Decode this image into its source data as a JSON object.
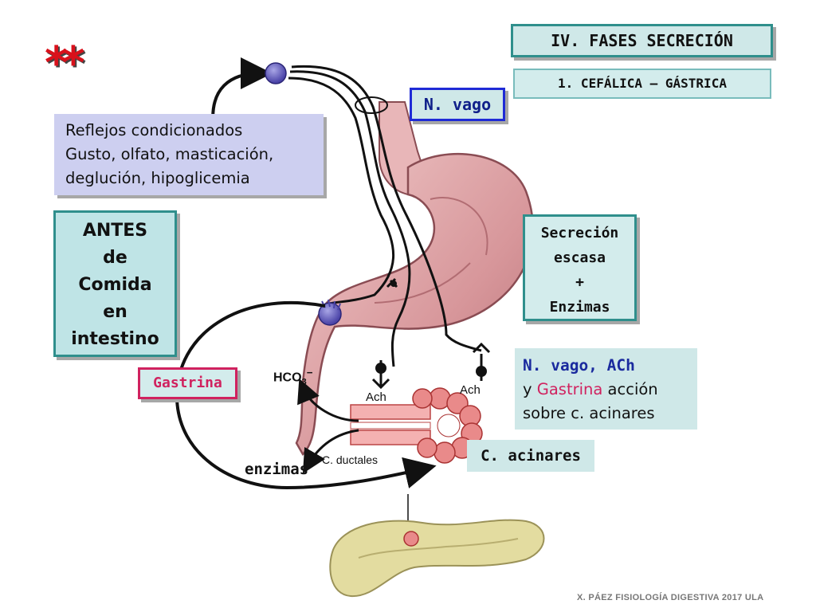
{
  "header": {
    "title": "IV. FASES SECRECIÓN",
    "subtitle": "1. CEFÁLICA – GÁSTRICA",
    "stars": "**"
  },
  "labels": {
    "nervio_vago": "N. vago",
    "reflejos": [
      "Reflejos condicionados",
      "Gusto, olfato, masticación,",
      "deglución, hipoglicemia"
    ],
    "antes": [
      "ANTES",
      "de",
      "Comida",
      "en",
      "intestino"
    ],
    "secrecion": [
      "Secreción",
      "escasa",
      "+",
      "Enzimas"
    ],
    "accion": {
      "line1": "N. vago, ACh",
      "line2_prefix": "y ",
      "line2_gastrina": "Gastrina",
      "line2_suffix": " acción",
      "line3": "sobre c. acinares"
    },
    "acinares": "C. acinares",
    "gastrina": "Gastrina",
    "enzimas": "enzimas",
    "ductales": "C. ductales",
    "ach_left": "Ach",
    "ach_right": "Ach",
    "hco3_base": "HCO",
    "hco3_sub": "3"
  },
  "footer": "X. PÁEZ   FISIOLOGÍA DIGESTIVA 2017  ULA",
  "colors": {
    "teal_border": "#2f8f8c",
    "teal_fill": "#cfe8e8",
    "lavender_fill": "#cdcff0",
    "blue_border": "#1f2bd6",
    "magenta": "#d0225f",
    "stomach": "#d9a3a6",
    "pancreas": "#e3dca0",
    "acinar": "#e98a8a"
  }
}
